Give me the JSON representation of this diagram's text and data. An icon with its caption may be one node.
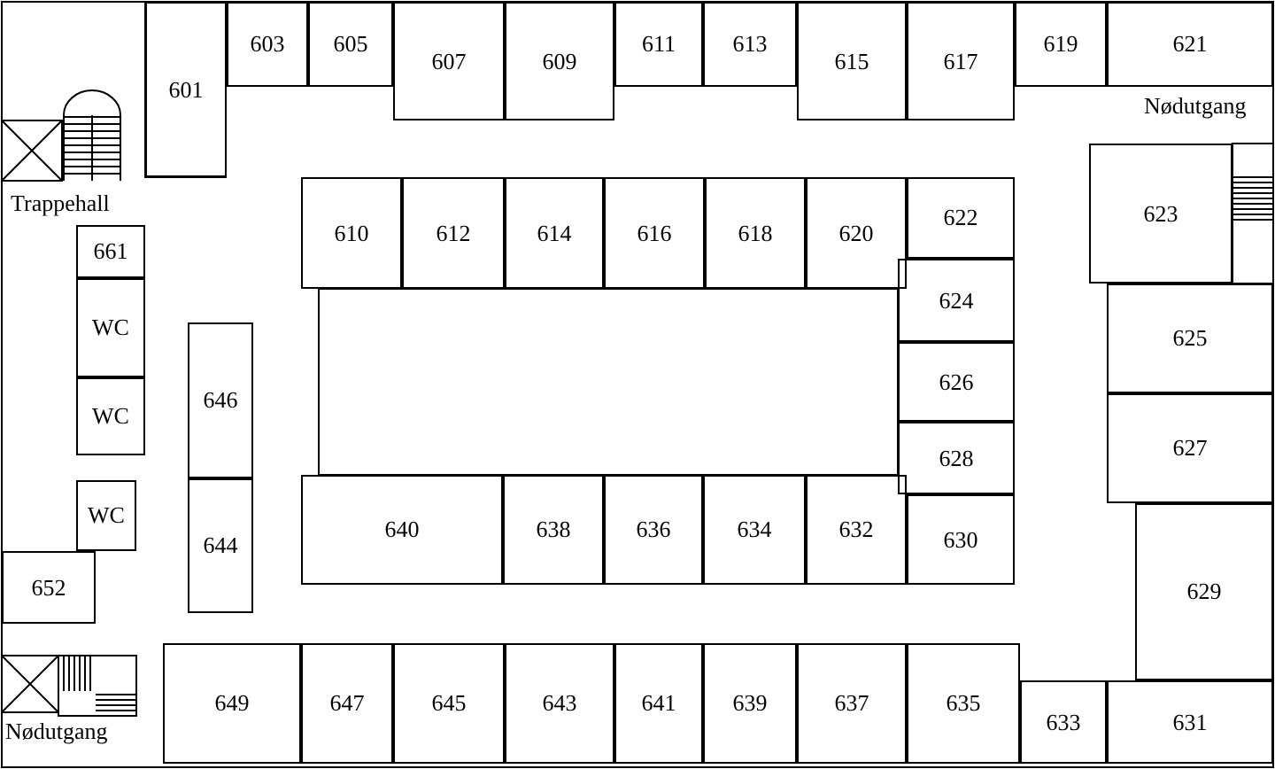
{
  "diagram": {
    "nodes": [
      {
        "text": [
          "601"
        ]
      },
      {
        "text": [
          "603"
        ]
      },
      {
        "text": [
          "605"
        ]
      },
      {
        "text": [
          "607"
        ]
      },
      {
        "text": [
          "609"
        ]
      },
      {
        "text": [
          "611"
        ]
      },
      {
        "text": [
          "613"
        ]
      },
      {
        "text": [
          "615"
        ]
      },
      {
        "text": [
          "617"
        ]
      },
      {
        "text": [
          "619"
        ]
      },
      {
        "text": [
          "621"
        ]
      },
      {
        "text": [
          "623"
        ]
      },
      {
        "text": [
          "610"
        ]
      },
      {
        "text": [
          "612"
        ]
      },
      {
        "text": [
          "614"
        ]
      },
      {
        "text": [
          "616"
        ]
      },
      {
        "text": [
          "618"
        ]
      },
      {
        "text": [
          "620"
        ]
      },
      {
        "text": [
          "622"
        ]
      },
      {
        "text": [
          "661"
        ]
      },
      {
        "text": [
          "624"
        ]
      },
      {
        "text": [
          "625"
        ]
      },
      {
        "text": [
          "WC"
        ]
      },
      {
        "text": [
          "646"
        ]
      },
      {
        "text": [
          "626"
        ]
      },
      {
        "text": [
          "WC"
        ]
      },
      {
        "text": [
          "628"
        ]
      },
      {
        "text": [
          "627"
        ]
      },
      {
        "text": [
          "644"
        ]
      },
      {
        "text": [
          "640"
        ]
      },
      {
        "text": [
          "638"
        ]
      },
      {
        "text": [
          "636"
        ]
      },
      {
        "text": [
          "634"
        ]
      },
      {
        "text": [
          "632"
        ]
      },
      {
        "text": [
          "WC"
        ]
      },
      {
        "text": [
          "630"
        ]
      },
      {
        "text": [
          "629"
        ]
      },
      {
        "text": [
          "652"
        ]
      },
      {
        "text": [
          "649"
        ]
      },
      {
        "text": [
          "647"
        ]
      },
      {
        "text": [
          "645"
        ]
      },
      {
        "text": [
          "643"
        ]
      },
      {
        "text": [
          "641"
        ]
      },
      {
        "text": [
          "639"
        ]
      },
      {
        "text": [
          "637"
        ]
      },
      {
        "text": [
          "635"
        ]
      },
      {
        "text": [
          "633"
        ]
      },
      {
        "text": [
          "631"
        ]
      }
    ],
    "labels": [
      "Nødutgang",
      "Trappehall",
      "Nødutgang"
    ]
  }
}
